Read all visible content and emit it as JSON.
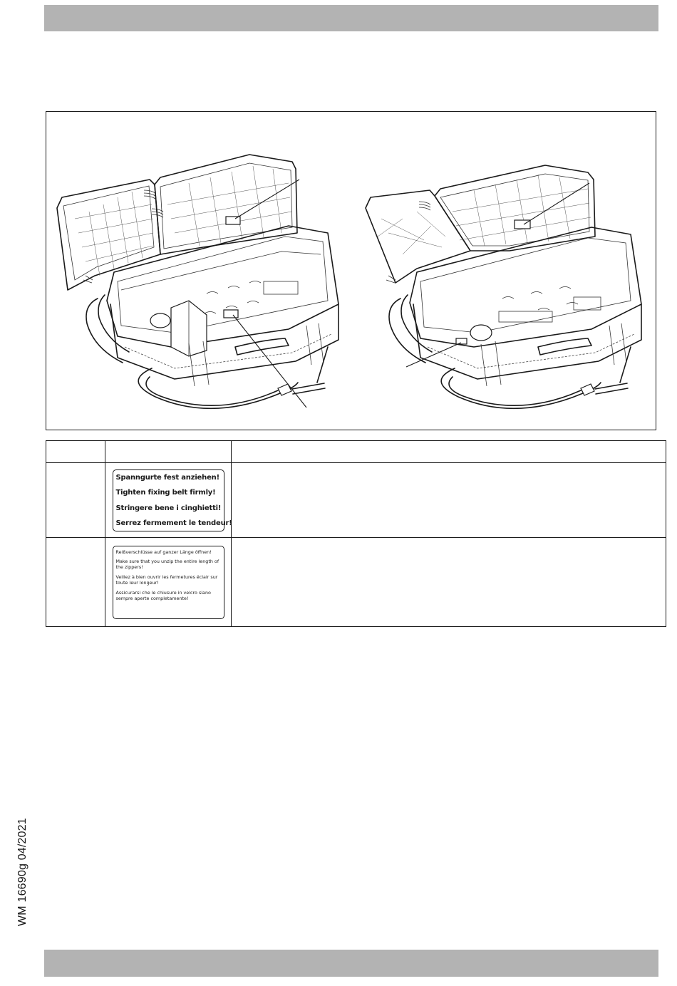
{
  "document": {
    "side_code": "WM 16690g 04/2021"
  },
  "label_table": {
    "header": [
      "",
      "",
      ""
    ],
    "rows": [
      {
        "col1": "",
        "sticker_lines": [
          "Spanngurte fest anziehen!",
          "Tighten fixing belt firmly!",
          "Stringere bene i cinghietti!",
          "Serrez fermement le tendeur!"
        ],
        "description": ""
      },
      {
        "col1": "",
        "sticker_lines": [
          "Reißverschlüsse auf ganzer Länge öffnen!",
          "Make sure that you unzip the entire length of the zippers!",
          "Veillez à bien ouvrir les fermetures éclair sur toute leur longeur!",
          "Assicurarsi che le chiusure in velcro siano sempre aperte completamente!"
        ],
        "description": ""
      }
    ]
  },
  "illustration": {
    "figures": [
      "open-carrying-bag-left",
      "open-carrying-bag-right"
    ]
  }
}
